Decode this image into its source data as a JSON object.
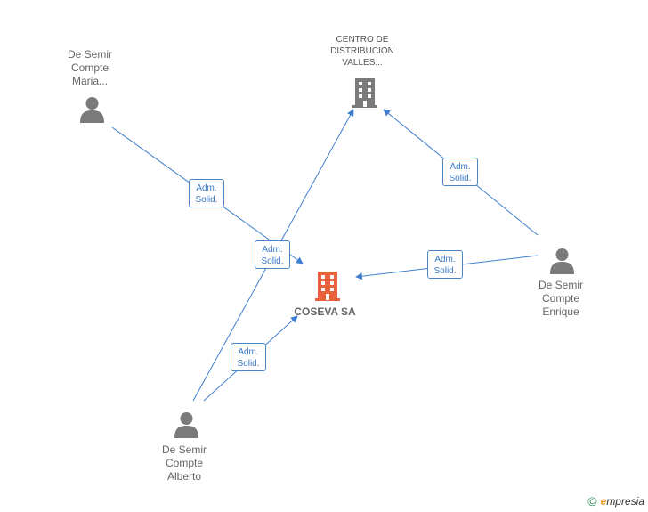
{
  "nodes": {
    "maria": {
      "lines": [
        "De Semir",
        "Compte",
        "Maria..."
      ]
    },
    "centro": {
      "lines": [
        "CENTRO DE",
        "DISTRIBUCION",
        "VALLES..."
      ]
    },
    "enrique": {
      "lines": [
        "De Semir",
        "Compte",
        "Enrique"
      ]
    },
    "alberto": {
      "lines": [
        "De Semir",
        "Compte",
        "Alberto"
      ]
    },
    "coseva": {
      "name": "COSEVA SA"
    }
  },
  "edge_label": {
    "line1": "Adm.",
    "line2": "Solid."
  },
  "colors": {
    "person_icon": "#7a7a7a",
    "company_icon": "#7a7a7a",
    "main_company_icon": "#e8603c",
    "edge": "#3f7fcf"
  },
  "footer": {
    "copyright": "©",
    "brand_initial": "e",
    "brand_rest": "mpresia"
  }
}
